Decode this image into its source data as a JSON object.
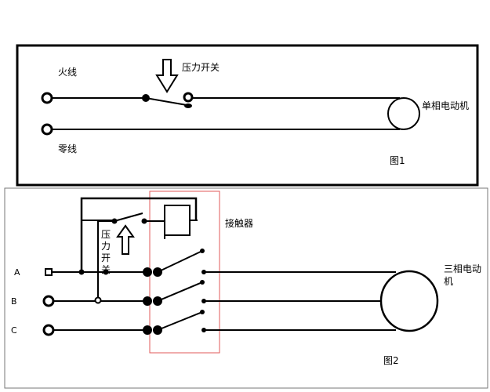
{
  "figure1": {
    "live_wire": "火线",
    "neutral_wire": "零线",
    "pressure_switch": "压力开关",
    "motor": "单相电动机",
    "caption": "图1"
  },
  "figure2": {
    "pressure_switch_chars": [
      "压",
      "力",
      "开",
      "关"
    ],
    "contactor": "接触器",
    "phase_a": "A",
    "phase_b": "B",
    "phase_c": "C",
    "motor_line1": "三相电动",
    "motor_line2": "机",
    "caption": "图2"
  },
  "colors": {
    "line": "#000000",
    "contactor_box": "#e05a5a",
    "background": "#ffffff"
  }
}
